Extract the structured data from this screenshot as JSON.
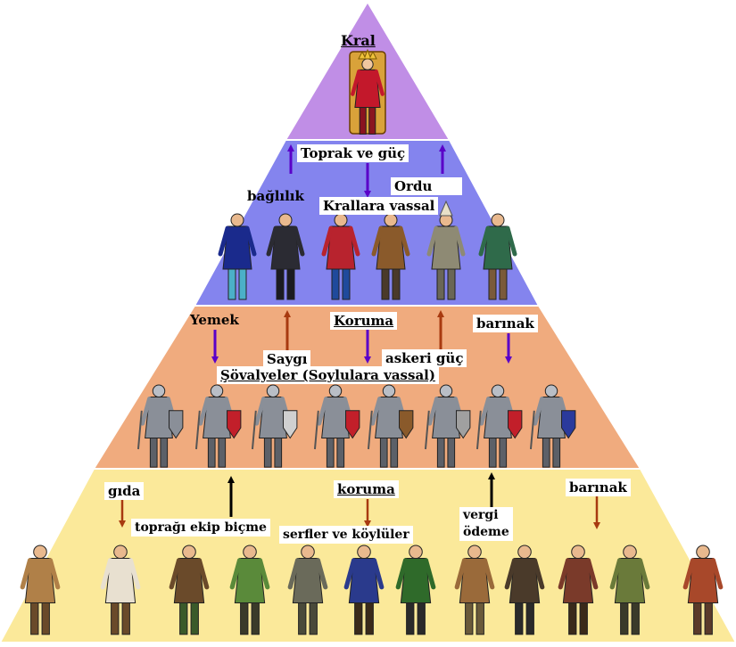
{
  "colors": {
    "tier1": "#c08ee6",
    "tier2": "#8484ee",
    "tier3": "#f0ab7e",
    "tier4": "#fbe99a",
    "outline": "#ffffff",
    "arrow_purple": "#5a00c8",
    "arrow_brown": "#a83a10",
    "arrow_black": "#000000"
  },
  "labels": {
    "king": "Kral",
    "land_power": "Toprak ve güç",
    "army": "Ordu",
    "loyalty": "bağlılık",
    "vassals_to_kings": "Krallara vassal",
    "food_top": "Yemek",
    "protection_top": "Koruma",
    "shelter_top": "barınak",
    "respect": "Saygı",
    "military_power": "askeri güç",
    "knights": "Şövalyeler (Soylulara vassal)",
    "food_bottom": "gıda",
    "protection_bottom": "koruma",
    "shelter_bottom": "barınak",
    "cultivate": "toprağı ekip biçme",
    "serfs": "serfler ve köylüler",
    "tax_line1": "vergi",
    "tax_line2": "ödeme"
  },
  "figures": {
    "king": "king-figure",
    "nobles": [
      "noble-figure",
      "noble-figure",
      "noble-figure",
      "noble-figure",
      "bishop-figure",
      "noble-figure"
    ],
    "knights": [
      "knight-figure",
      "knight-figure",
      "knight-figure",
      "knight-figure",
      "knight-figure",
      "knight-figure",
      "knight-figure",
      "knight-figure"
    ],
    "peasants": [
      "peasant-figure",
      "peasant-figure",
      "peasant-figure",
      "peasant-figure",
      "peasant-figure",
      "peasant-figure",
      "peasant-figure",
      "peasant-figure",
      "peasant-figure",
      "peasant-figure",
      "peasant-figure",
      "peasant-figure"
    ]
  }
}
